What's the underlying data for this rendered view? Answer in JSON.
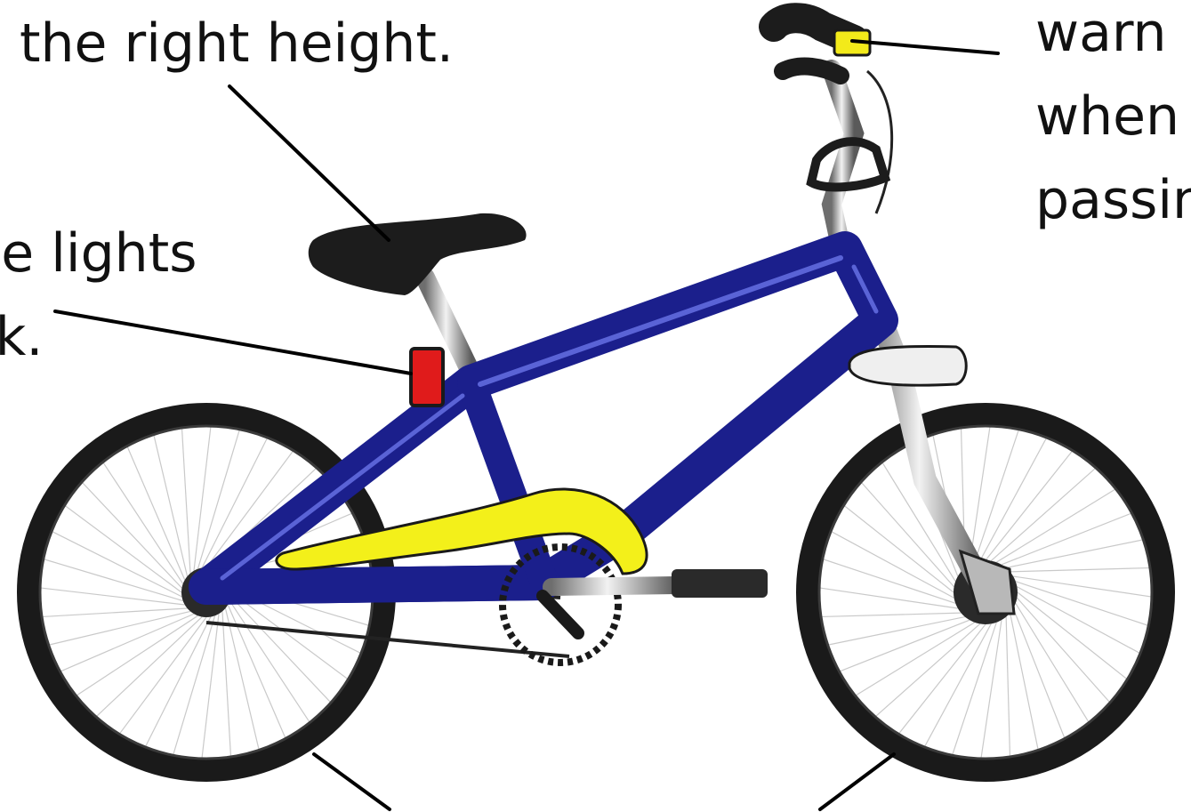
{
  "labels": {
    "seat": [
      "the right height."
    ],
    "lights": [
      "se lights",
      "rk."
    ],
    "bell": [
      "warn",
      "when",
      "passin"
    ]
  },
  "colors": {
    "frame": "#1b1f8c",
    "frame_highlight": "#5a63d6",
    "chain_guard": "#f3f01a",
    "tyre": "#1a1a1a",
    "saddle": "#1c1c1c",
    "rear_reflector": "#e01b1b",
    "bell": "#f3ea1a",
    "headlight": "#efefef",
    "leader_line": "#000000"
  },
  "icons": [
    "bicycle"
  ]
}
